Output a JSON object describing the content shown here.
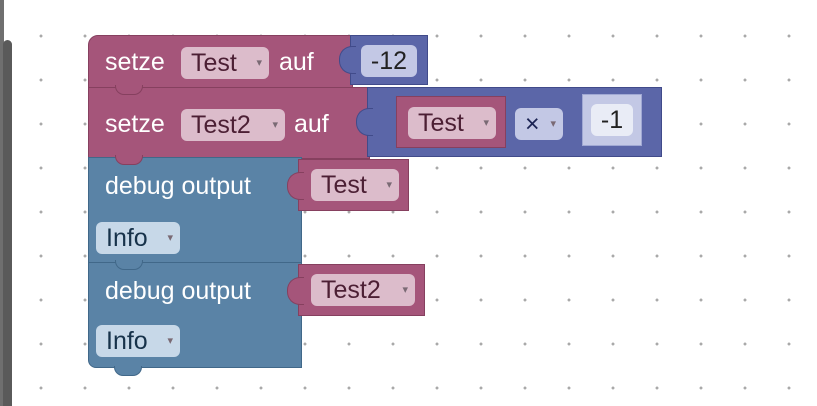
{
  "blocks": {
    "set1": {
      "keyword": "setze",
      "variable": "Test",
      "connector": "auf",
      "value": "-12"
    },
    "set2": {
      "keyword": "setze",
      "variable": "Test2",
      "connector": "auf",
      "operand_var": "Test",
      "operator": "×",
      "operand_num": "-1"
    },
    "debug1": {
      "label": "debug output",
      "variable": "Test",
      "level": "Info"
    },
    "debug2": {
      "label": "debug output",
      "variable": "Test2",
      "level": "Info"
    }
  },
  "icons": {
    "dropdown": "▾"
  },
  "colors": {
    "variables": "#a5557a",
    "math": "#5b66a8",
    "debug": "#5a83a6",
    "dropdown_variable": "#dcbccb",
    "dropdown_level": "#c7d8e8",
    "number_field": "#e9ecf6"
  }
}
